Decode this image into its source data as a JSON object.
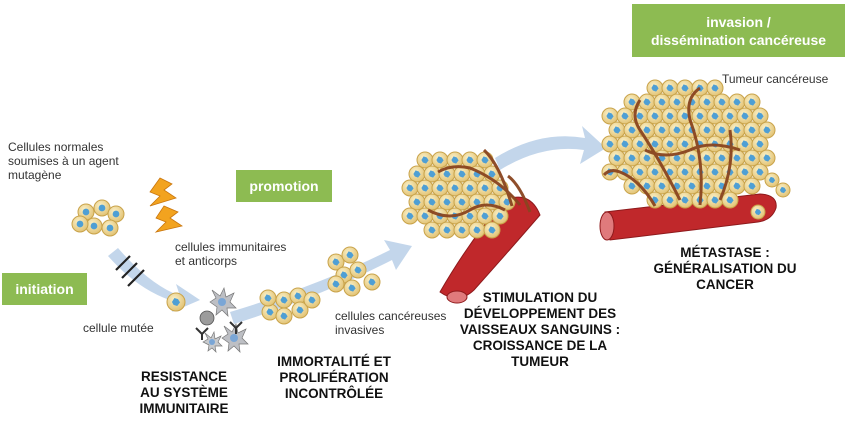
{
  "stage_tags": {
    "initiation": "initiation",
    "promotion": "promotion",
    "invasion": "invasion /\ndissémination cancéreuse"
  },
  "labels": {
    "normal_cells": "Cellules normales\nsoumises à un agent\nmutagène",
    "immune_cells": "cellules immunitaires\net anticorps",
    "mutated_cell": "cellule mutée",
    "invasive_cells": "cellules cancéreuses\ninvasives",
    "tumor": "Tumeur cancéreuse"
  },
  "steps": {
    "resistance": "RESISTANCE\nAU SYSTÈME\nIMMUNITAIRE",
    "immortality": "IMMORTALITÉ ET\nPROLIFÉRATION\nINCONTRÔLÉE",
    "stimulation": "STIMULATION DU\nDÉVELOPPEMENT DES\nVAISSEAUX SANGUINS :\nCROISSANCE DE LA\nTUMEUR",
    "metastasis": "MÉTASTASE :\nGÉNÉRALISATION DU\nCANCER"
  },
  "colors": {
    "tag_green": "#8dbb52",
    "arrow_blue": "#b9cfe8",
    "cell_fill": "#f1dfa0",
    "cell_stroke": "#c9a34a",
    "nucleus": "#4f9fd4",
    "vessel_red": "#c0282b",
    "lightning": "#f2a31f"
  }
}
